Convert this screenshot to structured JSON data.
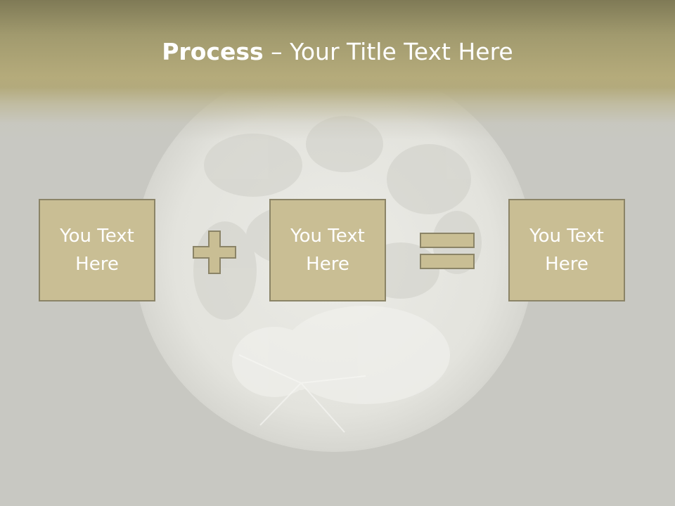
{
  "title": {
    "bold": "Process",
    "rest": " – Your Title Text Here"
  },
  "boxes": [
    {
      "line1": "You Text",
      "line2": "Here"
    },
    {
      "line1": "You Text",
      "line2": "Here"
    },
    {
      "line1": "You Text",
      "line2": "Here"
    }
  ],
  "operators": [
    "plus-icon",
    "equals-icon"
  ],
  "colors": {
    "box_fill": "#c9be94",
    "box_border": "#8b8467",
    "title_band": "#b5ab7b",
    "background": "#c8c8c2",
    "text": "#ffffff"
  },
  "background_image": "full-moon"
}
